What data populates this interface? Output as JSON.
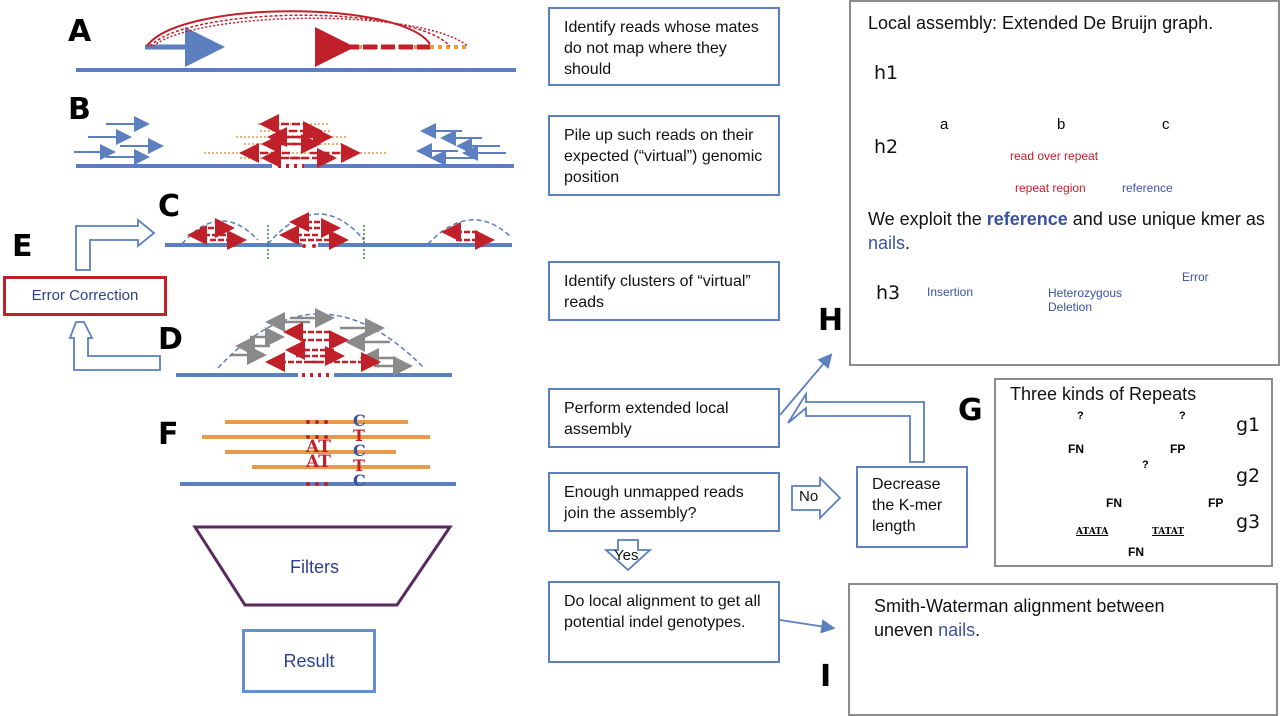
{
  "panels": {
    "A": {
      "letter": "A"
    },
    "B": {
      "letter": "B"
    },
    "C": {
      "letter": "C"
    },
    "D": {
      "letter": "D"
    },
    "E": {
      "letter": "E",
      "box_label": "Error Correction"
    },
    "F": {
      "letter": "F",
      "bases_left": [
        "AT",
        "AT"
      ],
      "bases_right": [
        "C",
        "T",
        "C",
        "T",
        "C"
      ]
    },
    "G": {
      "letter": "G",
      "title": "Three kinds of Repeats",
      "rows": [
        {
          "label": "g1",
          "marks": [
            "FN",
            "FP"
          ],
          "question": "?"
        },
        {
          "label": "g2",
          "marks": [
            "FN",
            "FP"
          ],
          "question": "?"
        },
        {
          "label": "g3",
          "marks": [
            "FN"
          ],
          "seq_left": "ATATA",
          "seq_right": "TATAT"
        }
      ]
    },
    "H": {
      "letter": "H",
      "title": "Local assembly: Extended De Bruijn graph.",
      "h1": {
        "label": "h1",
        "cases": [
          "a",
          "b",
          "c"
        ]
      },
      "h2": {
        "label": "h2",
        "read_label": "read over repeat",
        "repeat_label": "repeat region",
        "reference_label": "reference"
      },
      "statement_pre": "We exploit the ",
      "statement_ref": "reference",
      "statement_mid": " and use unique kmer as ",
      "statement_nails": "nails",
      "statement_end": ".",
      "h3": {
        "label": "h3",
        "insertion": "Insertion",
        "deletion_line1": "Heterozygous",
        "deletion_line2": "Deletion",
        "error": "Error"
      }
    },
    "I": {
      "letter": "I",
      "title_line1": "Smith-Waterman alignment between",
      "title_pre2": "uneven ",
      "title_nails": "nails",
      "title_end": "."
    }
  },
  "steps": [
    "Identify reads whose mates do not map where they should",
    "Pile up such reads on their expected (“virtual”) genomic position",
    "Identify clusters of “virtual” reads",
    "Perform extended local assembly",
    "Enough unmapped reads join the assembly?",
    "Decrease the K-mer length",
    "Do local alignment to get all potential indel genotypes."
  ],
  "decisions": {
    "no": "No",
    "yes": "Yes"
  },
  "funnel": {
    "filters": "Filters",
    "result": "Result"
  },
  "colors": {
    "blue": "#5b7fbf",
    "red": "#c0202a",
    "orange": "#e69a4a",
    "navy": "#3b52a3",
    "gray": "#8c8c8c",
    "purple": "#5a2a5e",
    "yellow": "#f2e234"
  }
}
